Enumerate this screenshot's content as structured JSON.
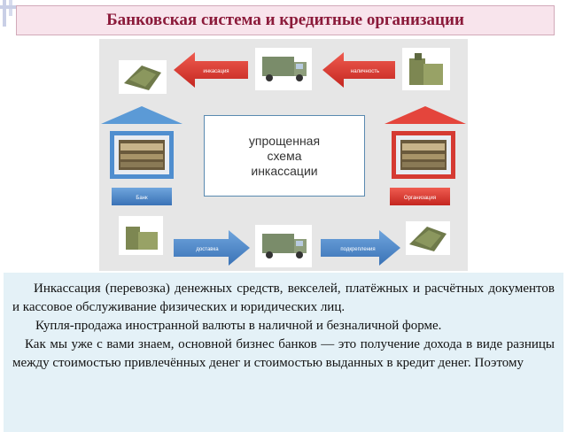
{
  "slide": {
    "title": "Банковская система и кредитные организации"
  },
  "diagram": {
    "center": [
      "упрощенная",
      "схема",
      "инкассации"
    ],
    "arrow_top_left": "инкасация",
    "arrow_top_right": "наличность",
    "arrow_bottom_left": "доставка",
    "arrow_bottom_right": "подкрепления",
    "label_bank": "Банк",
    "label_org": "Организация"
  },
  "body": {
    "paragraphs": [
      "Инкассация (перевозка) денежных средств, векселей, платёжных и расчётных документов и кассовое обслуживание физических и юридических лиц.",
      "Купля-продажа иностранной валюты в наличной и безналичной форме.",
      "Как мы уже с вами знаем, основной бизнес банков — это получение дохода в виде разницы между стоимостью привлечённых денег и стоимостью выданных в кредит денег. Поэтому"
    ]
  },
  "colors": {
    "title_bg": "#f8e4ec",
    "title_text": "#8b1a3a",
    "red_arrow": "#d9312c",
    "blue_arrow": "#4a86c8",
    "text_bg": "#e4f1f7"
  }
}
